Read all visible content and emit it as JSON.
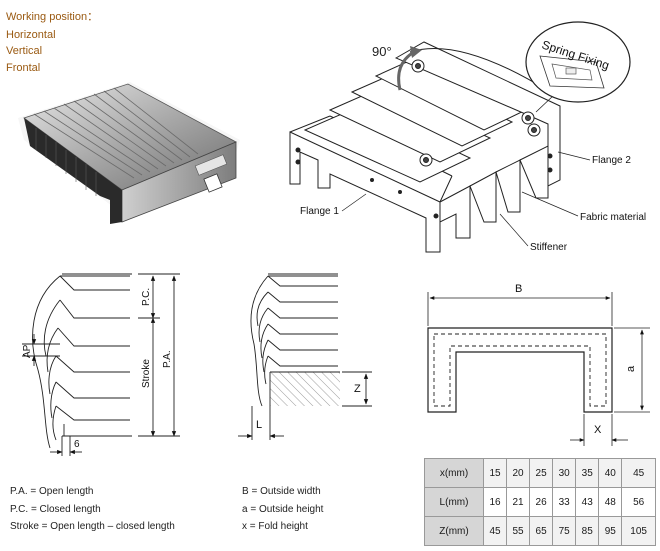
{
  "working_position": {
    "title": "Working position：",
    "options": [
      "Horizontal",
      "Vertical",
      "Frontal"
    ]
  },
  "assembly": {
    "angle": "90°",
    "spring_fixing": "Spring Fixing",
    "flange1": "Flange 1",
    "flange2": "Flange 2",
    "fabric": "Fabric material",
    "stiffener": "Stiffener"
  },
  "dims": {
    "pc": "P.C.",
    "pa": "P.A.",
    "stroke": "Stroke",
    "ap": "AP",
    "six": "6",
    "z": "Z",
    "l": "L",
    "b": "B",
    "a": "a",
    "x": "X"
  },
  "legend": {
    "pa_def": "P.A. =  Open length",
    "pc_def": "P.C. =  Closed length",
    "stroke_def": "Stroke = Open length – closed length",
    "b_def": "B  =  Outside width",
    "a_def": "a  =  Outside height",
    "x_def": "x  =  Fold height"
  },
  "spec_table": {
    "rows": [
      {
        "label": "x(mm)",
        "values": [
          "15",
          "20",
          "25",
          "30",
          "35",
          "40",
          "45"
        ]
      },
      {
        "label": "L(mm)",
        "values": [
          "16",
          "21",
          "26",
          "33",
          "43",
          "48",
          "56"
        ]
      },
      {
        "label": "Z(mm)",
        "values": [
          "45",
          "55",
          "65",
          "75",
          "85",
          "95",
          "105"
        ]
      }
    ]
  }
}
